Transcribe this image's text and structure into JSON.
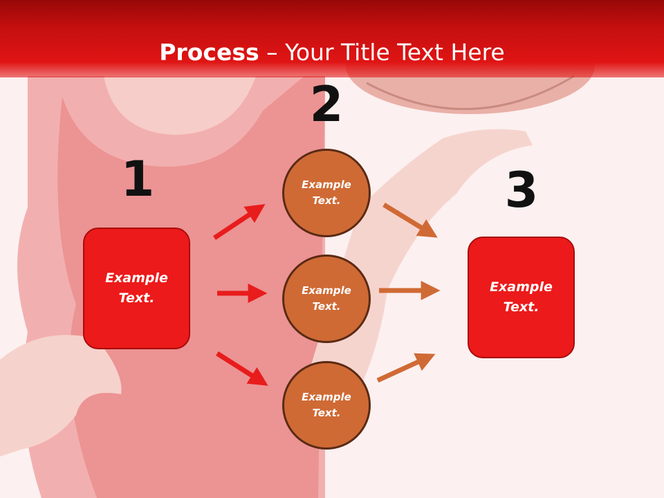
{
  "title": {
    "bold": "Process",
    "dash": " – ",
    "rest": "Your Title Text Here"
  },
  "steps": {
    "one": "1",
    "two": "2",
    "three": "3"
  },
  "boxes": {
    "left": "Example\nText.",
    "right": "Example\nText."
  },
  "circles": {
    "top": "Example\nText.",
    "middle": "Example\nText.",
    "bottom": "Example\nText."
  },
  "colors": {
    "header": "#e01414",
    "box": "#ec1a1a",
    "circle": "#cf6a35",
    "arrow_red": "#e81c1c",
    "arrow_orange": "#d06a35"
  }
}
